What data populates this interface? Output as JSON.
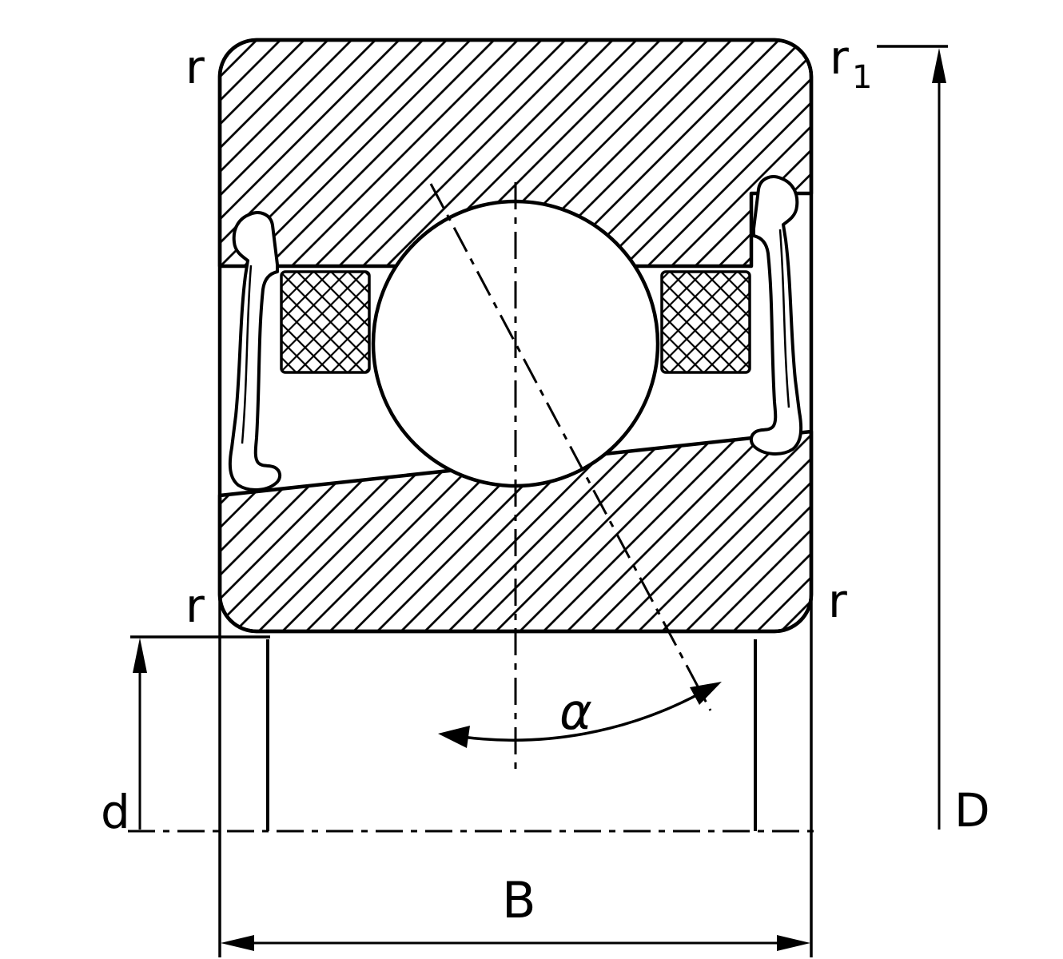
{
  "page": {
    "background_color": "#ffffff",
    "line_color": "#000000"
  },
  "diagram": {
    "labels": {
      "r_top_left": "r",
      "r1_base": "r",
      "r1_sub": "1",
      "r_bottom_left": "r",
      "r_bottom_right": "r",
      "bore_diameter": "d",
      "outer_diameter": "D",
      "width": "B",
      "contact_angle": "α"
    }
  }
}
